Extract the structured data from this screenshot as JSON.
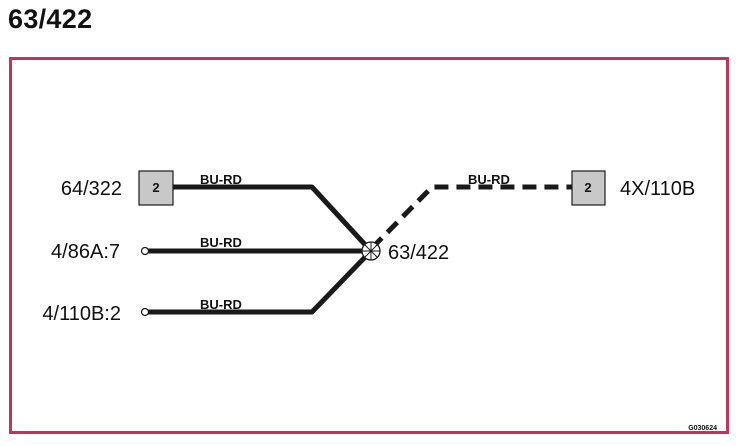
{
  "title": "63/422",
  "frame_color": "#c0355a",
  "wire_color": "#1a1a1a",
  "connector_fill": "#c8c8c8",
  "nodes": {
    "left_top": {
      "label": "64/322",
      "pin": "2"
    },
    "left_mid": {
      "label": "4/86A:7"
    },
    "left_bot": {
      "label": "4/110B:2"
    },
    "splice": {
      "label": "63/422"
    },
    "right": {
      "label": "4X/110B",
      "pin": "2"
    }
  },
  "wires": {
    "top": "BU-RD",
    "mid": "BU-RD",
    "bot": "BU-RD",
    "right": "BU-RD"
  },
  "footer_code": "G030624"
}
